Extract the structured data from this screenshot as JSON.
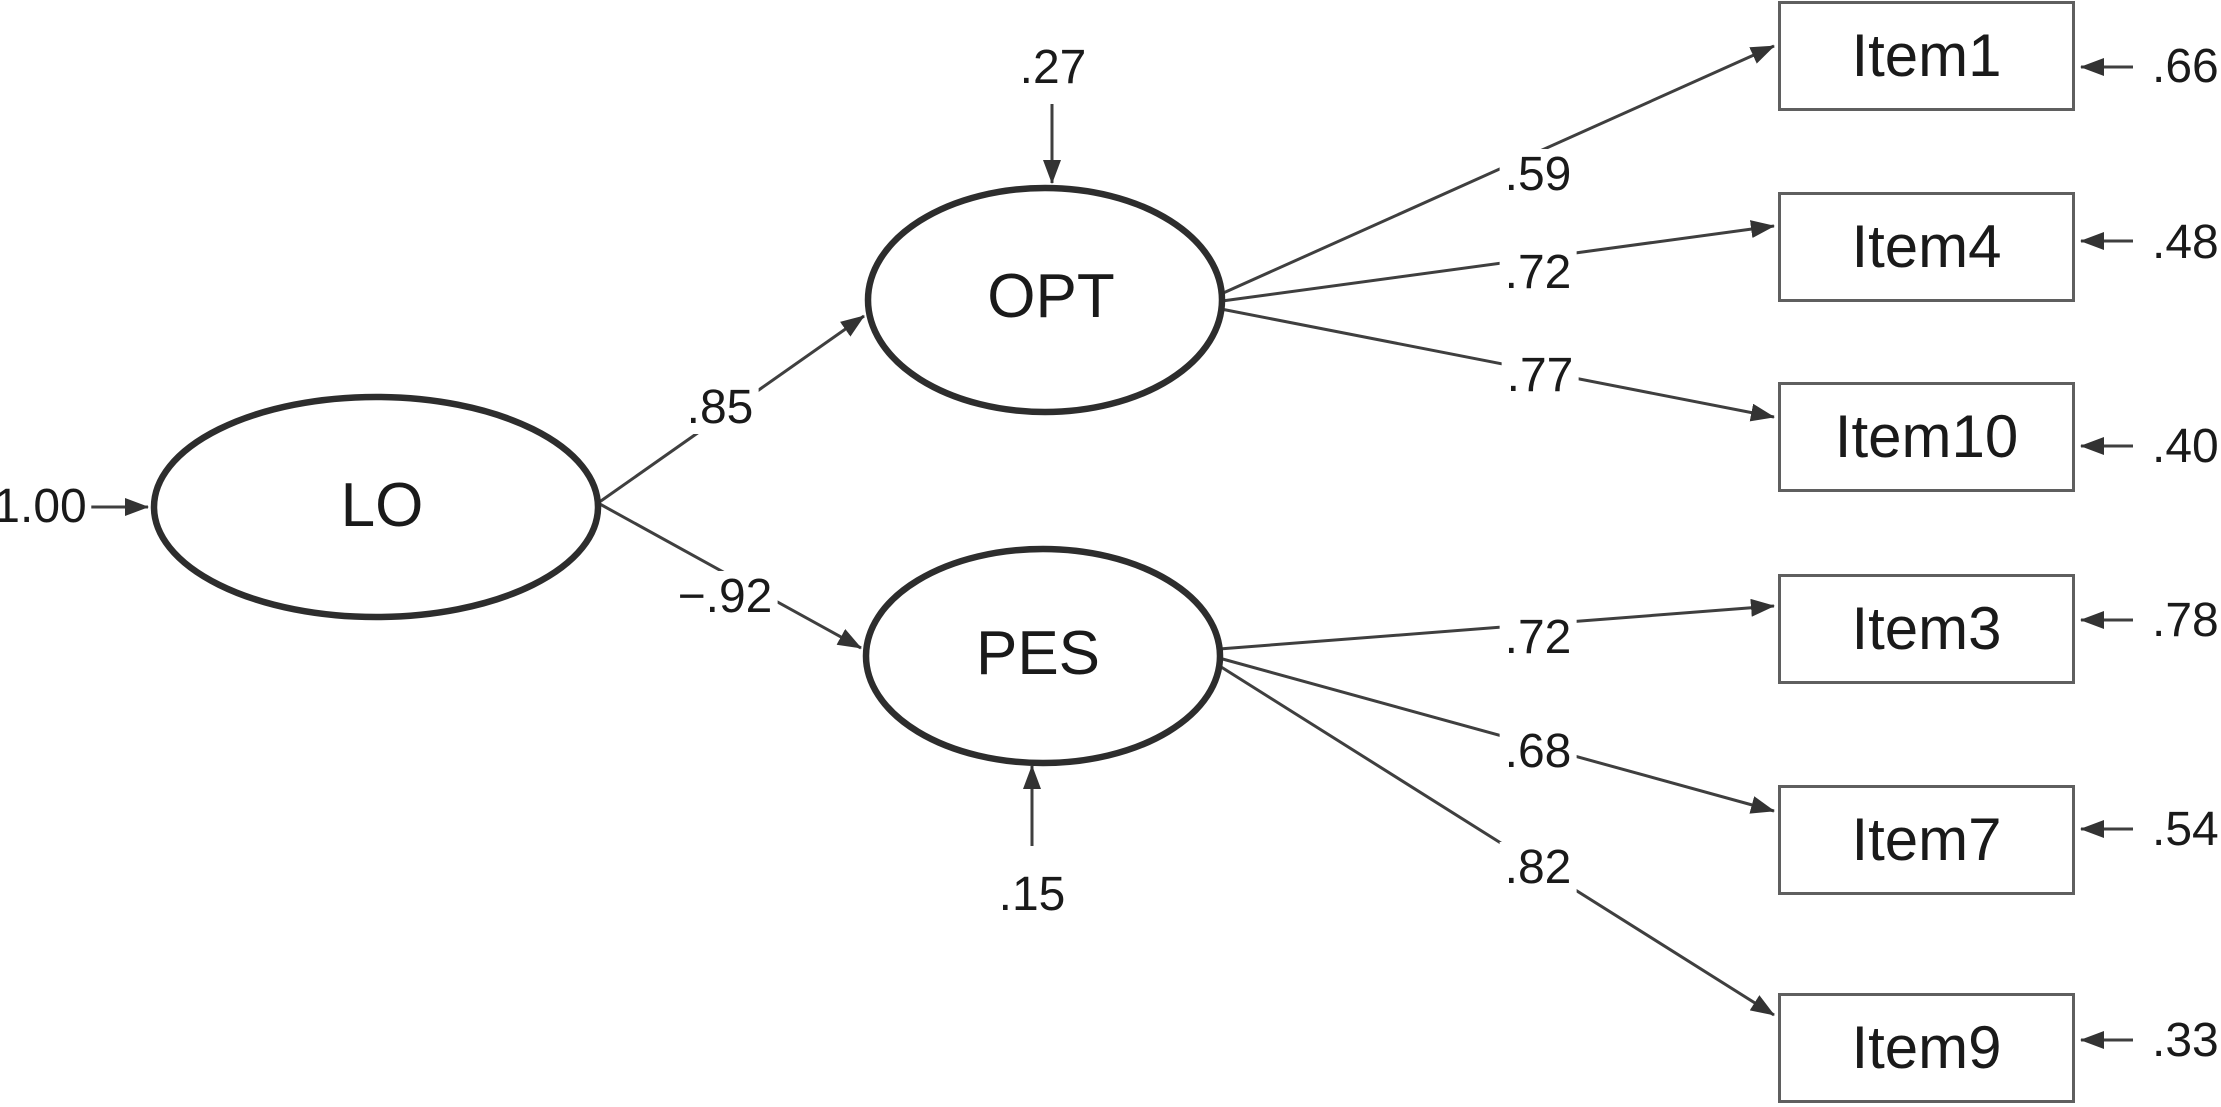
{
  "figure": {
    "palette": {
      "background": "#ffffff",
      "line": "#3f3f3f",
      "ellipse_stroke": "#2d2d2d",
      "box_border": "#5f5f5f",
      "text": "#1a1a1a"
    }
  },
  "model": {
    "exogenous_input": "1.00",
    "factors": {
      "lo": {
        "label": "LO"
      },
      "opt": {
        "label": "OPT",
        "residual": ".27"
      },
      "pes": {
        "label": "PES",
        "residual": ".15"
      }
    },
    "paths": {
      "lo_opt": ".85",
      "lo_pes": "−.92"
    },
    "opt_indicators": [
      {
        "item": "Item1",
        "loading": ".59",
        "error": ".66"
      },
      {
        "item": "Item4",
        "loading": ".72",
        "error": ".48"
      },
      {
        "item": "Item10",
        "loading": ".77",
        "error": ".40"
      }
    ],
    "pes_indicators": [
      {
        "item": "Item3",
        "loading": ".72",
        "error": ".78"
      },
      {
        "item": "Item7",
        "loading": ".68",
        "error": ".54"
      },
      {
        "item": "Item9",
        "loading": ".82",
        "error": ".33"
      }
    ]
  }
}
